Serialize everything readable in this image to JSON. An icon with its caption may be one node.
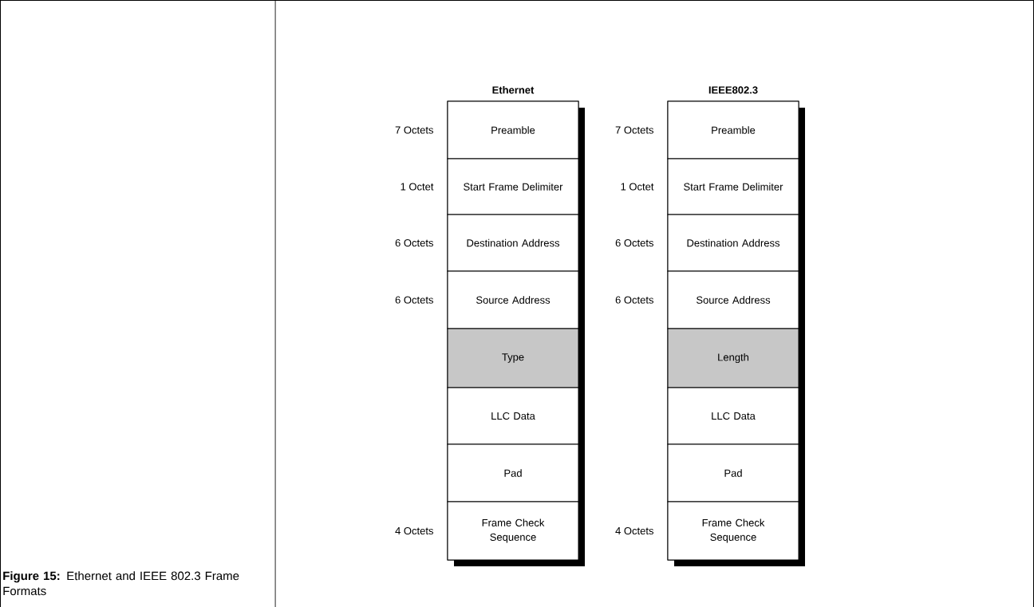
{
  "diagram": {
    "caption": "**Figure 15:** Ethernet and IEEE 802.3 Frame Formats",
    "nodes": [
      {
        "text": [
          "Ethernet"
        ]
      },
      {
        "text": [
          "Preamble"
        ],
        "in": 0,
        "beside": [
          "7 Octets"
        ]
      },
      {
        "text": [
          "Start Frame Delimiter"
        ],
        "in": 0,
        "beside": [
          "1 Octet"
        ]
      },
      {
        "text": [
          "Destination Address"
        ],
        "in": 0,
        "beside": [
          "6 Octets"
        ]
      },
      {
        "text": [
          "Source Address"
        ],
        "in": 0,
        "beside": [
          "6 Octets"
        ]
      },
      {
        "text": [
          "Type"
        ],
        "in": 0
      },
      {
        "text": [
          "LLC Data"
        ],
        "in": 0
      },
      {
        "text": [
          "Pad"
        ],
        "in": 0
      },
      {
        "text": [
          "Frame Check Sequence"
        ],
        "in": 0,
        "beside": [
          "4 Octets"
        ]
      },
      {
        "text": [
          "IEEE802.3"
        ]
      },
      {
        "text": [
          "Preamble"
        ],
        "in": 9,
        "beside": [
          "7 Octets"
        ]
      },
      {
        "text": [
          "Start Frame Delimiter"
        ],
        "in": 9,
        "beside": [
          "1 Octet"
        ]
      },
      {
        "text": [
          "Destination Address"
        ],
        "in": 9,
        "beside": [
          "6 Octets"
        ]
      },
      {
        "text": [
          "Source Address"
        ],
        "in": 9,
        "beside": [
          "6 Octets"
        ]
      },
      {
        "text": [
          "Length"
        ],
        "in": 9
      },
      {
        "text": [
          "LLC Data"
        ],
        "in": 9
      },
      {
        "text": [
          "Pad"
        ],
        "in": 9
      },
      {
        "text": [
          "Frame Check Sequence"
        ],
        "in": 9,
        "beside": [
          "4 Octets"
        ]
      }
    ]
  }
}
